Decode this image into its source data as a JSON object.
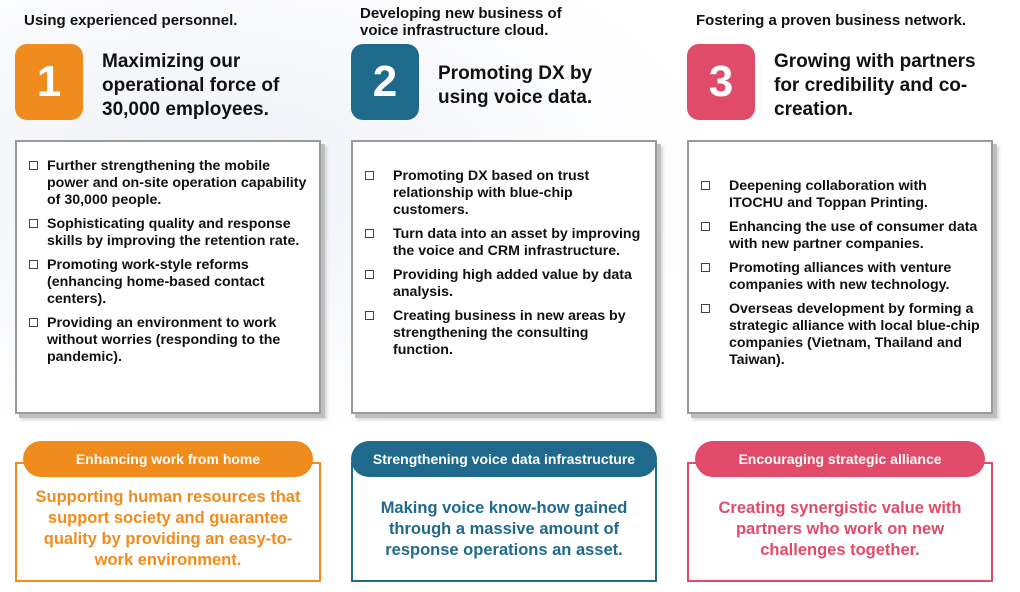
{
  "colors": {
    "orange": "#f08c1e",
    "teal": "#1f6a8c",
    "pink": "#e04b6a"
  },
  "columns": [
    {
      "tagline": "Using experienced personnel.",
      "number": "1",
      "heading": "Maximizing our operational force of 30,000 employees.",
      "items": [
        "Further strengthening the mobile power and on-site operation capability of 30,000 people.",
        "Sophisticating quality and response skills by improving the retention rate.",
        "Promoting work-style reforms (enhancing home-based contact centers).",
        "Providing an environment to work without worries (responding to the pandemic)."
      ],
      "pill": "Enhancing work from home",
      "summary": "Supporting human resources that support society and guarantee quality by providing an easy-to-work environment."
    },
    {
      "tagline": "Developing new business of voice infrastructure cloud.",
      "number": "2",
      "heading": "Promoting DX by using voice data.",
      "items": [
        "Promoting DX based on trust relationship with blue-chip customers.",
        "Turn data into an asset by improving the voice and CRM infrastructure.",
        "Providing high added value by data analysis.",
        "Creating business in new areas by strengthening the consulting function."
      ],
      "pill": "Strengthening voice data infrastructure",
      "summary": "Making voice know-how gained through a massive amount of response operations an asset."
    },
    {
      "tagline": "Fostering a proven business network.",
      "number": "3",
      "heading": "Growing with partners for credibility and co-creation.",
      "items": [
        "Deepening collaboration with ITOCHU and Toppan Printing.",
        "Enhancing the use of consumer data with new partner companies.",
        "Promoting alliances with venture companies with new technology.",
        "Overseas development by forming a strategic alliance with local blue-chip companies (Vietnam, Thailand and Taiwan)."
      ],
      "pill": "Encouraging strategic alliance",
      "summary": "Creating synergistic value with partners who work on new challenges together."
    }
  ]
}
